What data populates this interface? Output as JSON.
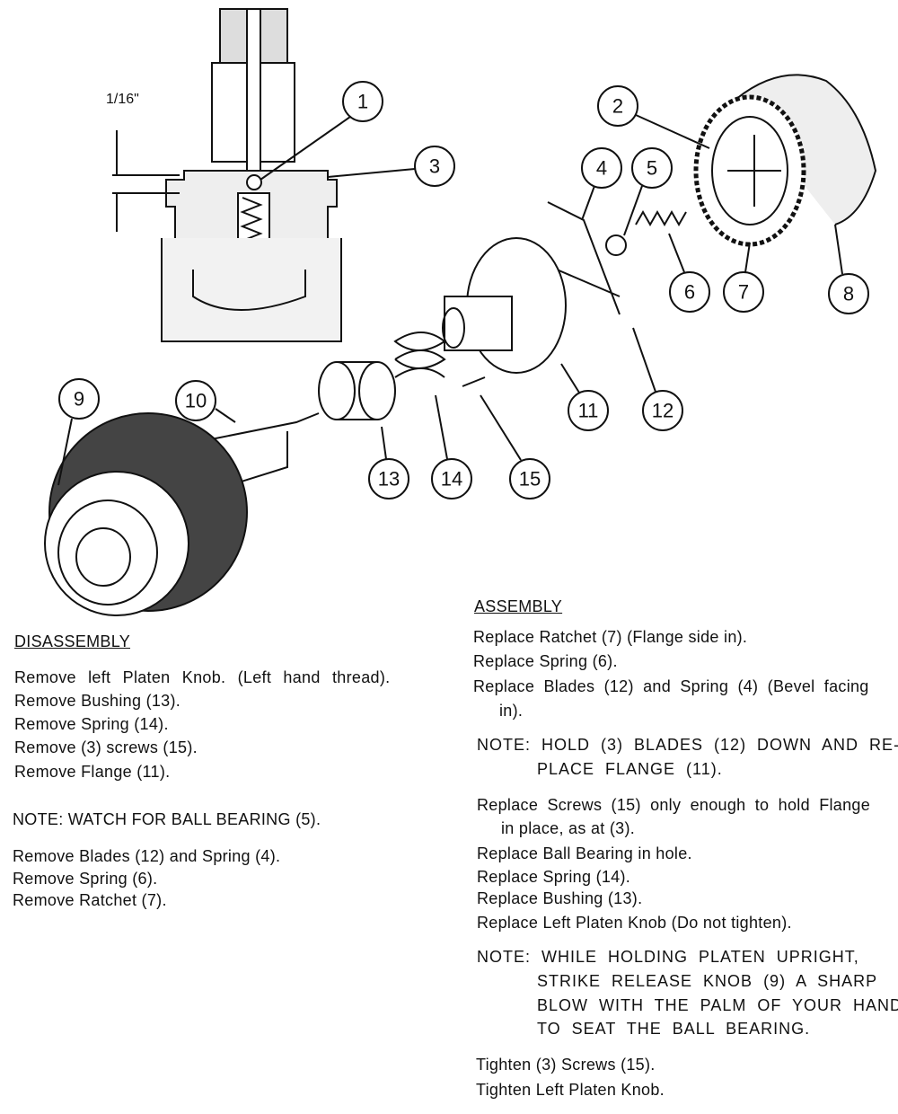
{
  "diagram": {
    "dimension_label": "1/16\"",
    "callouts": [
      "1",
      "2",
      "3",
      "4",
      "5",
      "6",
      "7",
      "8",
      "9",
      "10",
      "11",
      "12",
      "13",
      "14",
      "15"
    ]
  },
  "disassembly": {
    "heading": "DISASSEMBLY",
    "steps": [
      "Remove left Platen Knob. (Left hand thread).",
      "Remove Bushing (13).",
      "Remove Spring (14).",
      "Remove (3) screws (15).",
      "Remove Flange (11)."
    ],
    "note": "NOTE: WATCH FOR BALL BEARING (5).",
    "steps2": [
      "Remove Blades (12) and Spring (4).",
      "Remove Spring (6).",
      "Remove Ratchet (7)."
    ]
  },
  "assembly": {
    "heading": "ASSEMBLY",
    "lines": [
      "Replace Ratchet (7) (Flange side in).",
      "Replace Spring (6).",
      "Replace Blades (12) and Spring (4) (Bevel facing",
      "in)."
    ],
    "note1": [
      "NOTE: HOLD (3) BLADES (12) DOWN AND RE-",
      "PLACE FLANGE (11)."
    ],
    "lines2": [
      "Replace Screws (15) only enough to hold Flange",
      "in place, as at (3).",
      "Replace Ball Bearing in hole.",
      "Replace Spring (14).",
      "Replace Bushing (13).",
      "Replace Left Platen Knob (Do not tighten)."
    ],
    "note2": [
      "NOTE: WHILE HOLDING PLATEN UPRIGHT,",
      "STRIKE RELEASE KNOB (9) A SHARP",
      "BLOW WITH THE PALM OF YOUR HAND",
      "TO SEAT THE BALL BEARING."
    ],
    "lines3": [
      "Tighten (3) Screws (15).",
      "Tighten Left Platen Knob."
    ]
  }
}
